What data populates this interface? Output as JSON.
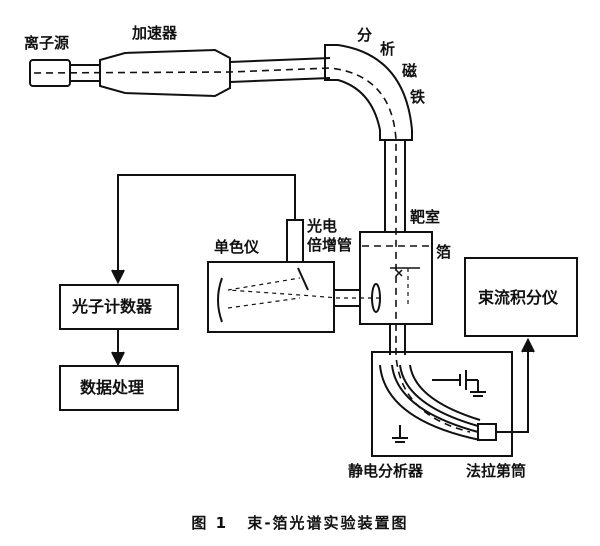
{
  "labels": {
    "ion_source": "离子源",
    "accelerator": "加速器",
    "analyzing_magnet_1": "分",
    "analyzing_magnet_2": "析",
    "analyzing_magnet_3": "磁",
    "analyzing_magnet_4": "铁",
    "target_chamber": "靶室",
    "foil": "箔",
    "photomultiplier_1": "光电",
    "photomultiplier_2": "倍增管",
    "monochromator": "单色仪",
    "photon_counter": "光子计数器",
    "data_processing": "数据处理",
    "beam_integrator": "束流积分仪",
    "electrostatic_analyzer": "静电分析器",
    "faraday_cup": "法拉第筒"
  },
  "caption": {
    "figure_number": "图 1",
    "title": "束-箔光谱实验装置图"
  }
}
